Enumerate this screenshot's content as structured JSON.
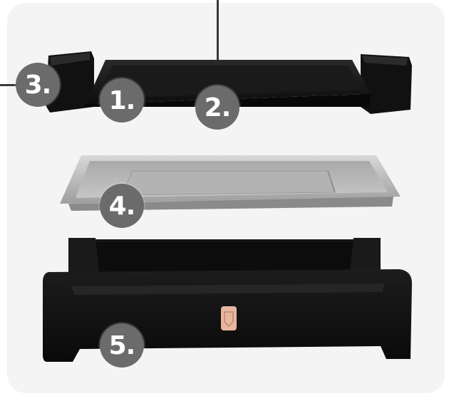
{
  "colors": {
    "background": "#ffffff",
    "card": "#f4f4f4",
    "badge": "#6b6b6b",
    "badge_text": "#ffffff",
    "appliance_black": "#111111",
    "tray_silver": "#b8b8b8",
    "logo_rose_gold": "#e8b6a0"
  },
  "labels": {
    "part_1": "1.",
    "part_2": "2.",
    "part_3": "3.",
    "part_4": "4.",
    "part_5": "5."
  }
}
